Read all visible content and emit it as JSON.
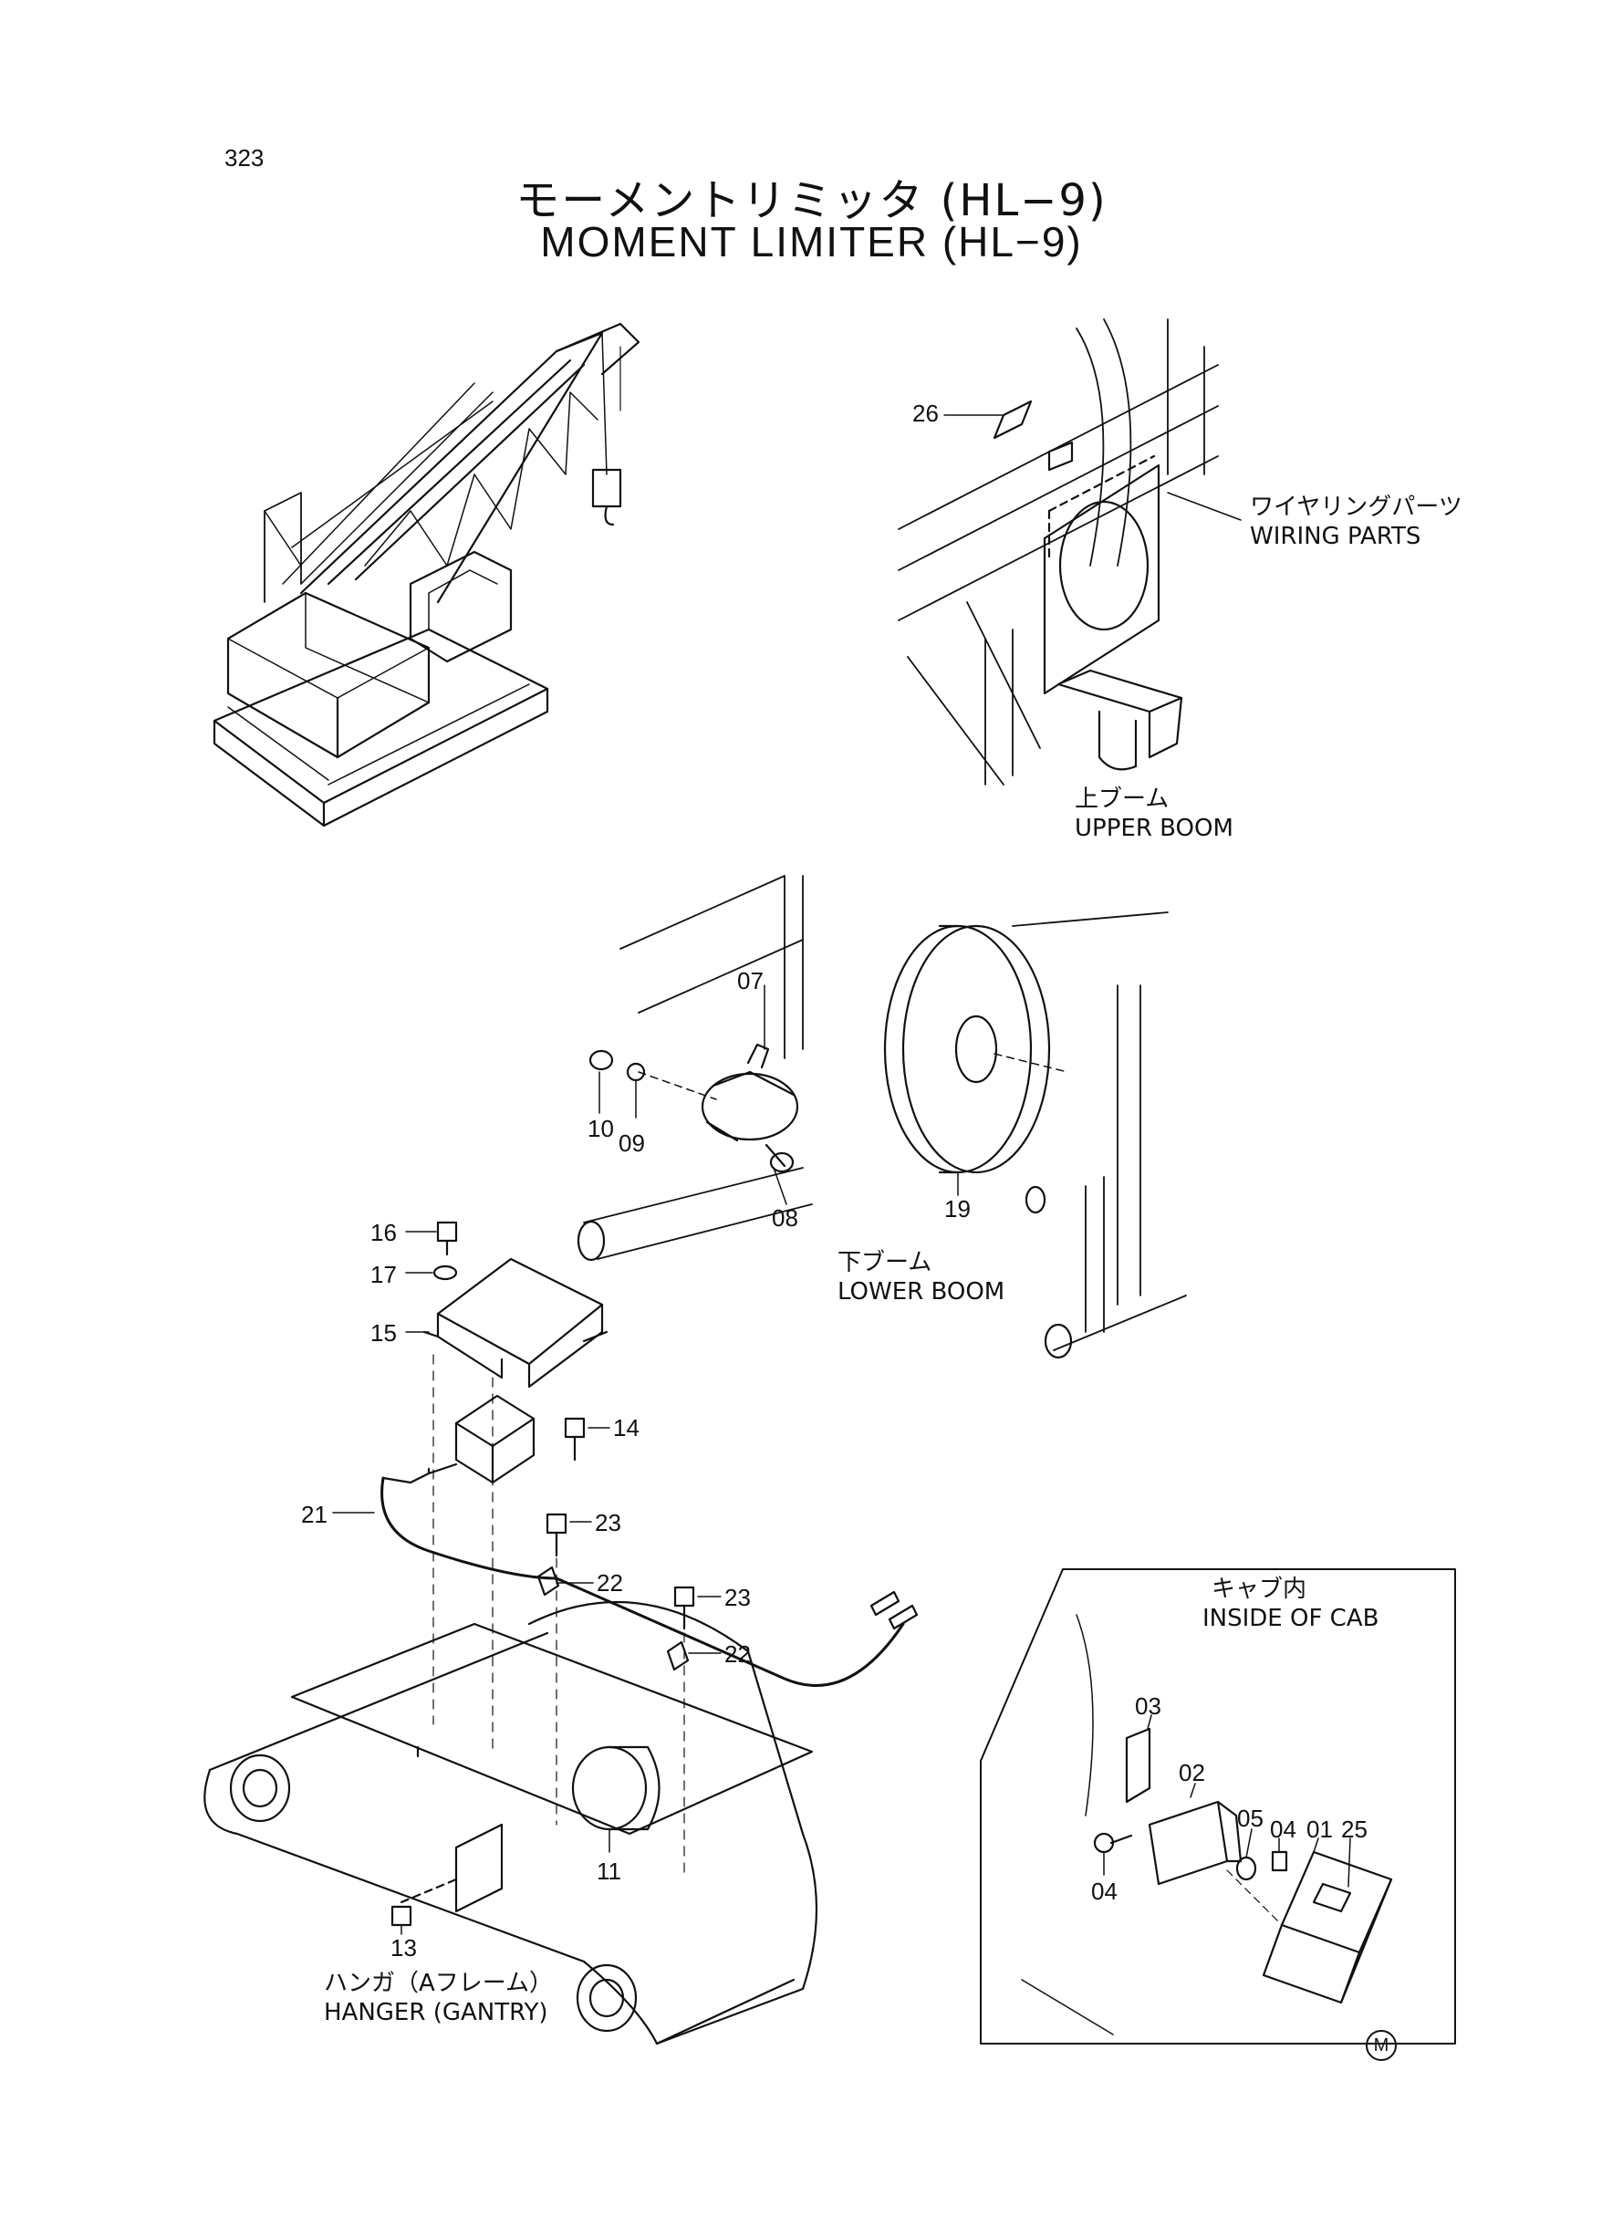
{
  "page": {
    "number": "323",
    "title_jp": "モーメントリミッタ (HL−9)",
    "title_en": "MOMENT LIMITER (HL−9)",
    "mark": "M"
  },
  "labels": {
    "wiring_parts": {
      "jp": "ワイヤリングパーツ",
      "en": "WIRING PARTS"
    },
    "upper_boom": {
      "jp": "上ブーム",
      "en": "UPPER BOOM"
    },
    "lower_boom": {
      "jp": "下ブーム",
      "en": "LOWER BOOM"
    },
    "inside_cab": {
      "jp": "キャブ内",
      "en": "INSIDE OF CAB"
    },
    "hanger": {
      "jp": "ハンガ（Aフレーム）",
      "en": "HANGER (GANTRY)"
    }
  },
  "callouts": {
    "c26": "26",
    "c07": "07",
    "c10": "10",
    "c09": "09",
    "c08": "08",
    "c19": "19",
    "c16": "16",
    "c17": "17",
    "c15": "15",
    "c14": "14",
    "c21": "21",
    "c23a": "23",
    "c22a": "22",
    "c23b": "23",
    "c22b": "22",
    "c11": "11",
    "c13": "13",
    "c03": "03",
    "c02": "02",
    "c05": "05",
    "c04a": "04",
    "c01": "01",
    "c25": "25",
    "c04b": "04"
  }
}
